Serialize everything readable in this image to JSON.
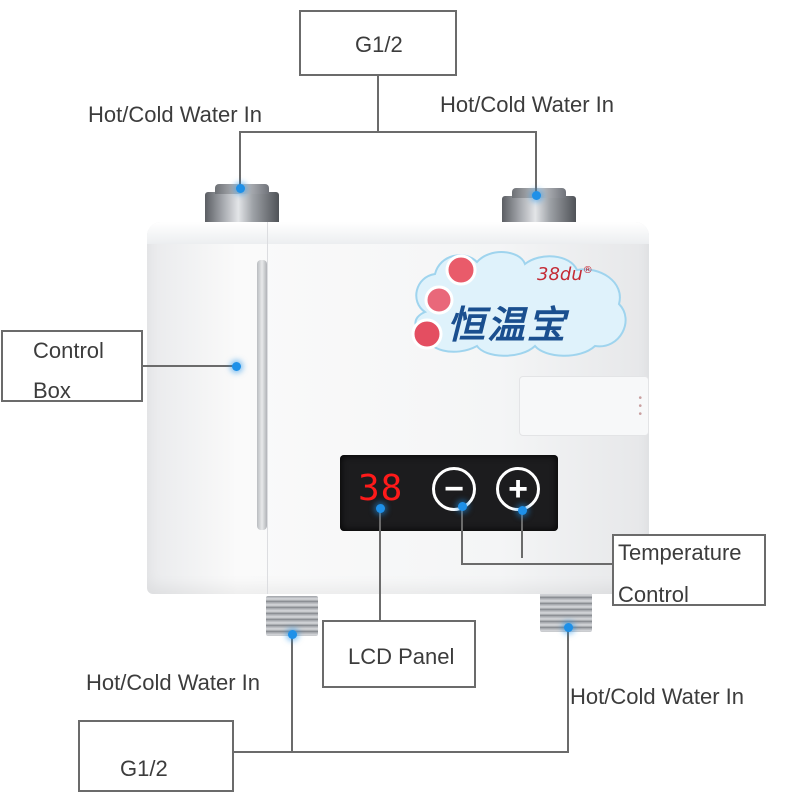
{
  "callouts": {
    "top_thread": "G1/2",
    "top_left_inlet": "Hot/Cold Water In",
    "top_right_inlet": "Hot/Cold Water In",
    "control_box_line1": "Control",
    "control_box_line2": "Box",
    "temperature_control_line1": "Temperature",
    "temperature_control_line2": "Control",
    "lcd_panel": "LCD Panel",
    "bottom_left_inlet": "Hot/Cold Water In",
    "bottom_right_inlet": "Hot/Cold Water In",
    "bottom_thread": "G1/2"
  },
  "device": {
    "brand": "38du",
    "brand_mark": "®",
    "product_name": "恒温宝",
    "display_value": "38",
    "minus_symbol": "−",
    "plus_symbol": "+"
  },
  "colors": {
    "leader_line": "#6b6b6b",
    "marker_dot": "#1e90e8",
    "display_digits": "#ff1a1a"
  }
}
